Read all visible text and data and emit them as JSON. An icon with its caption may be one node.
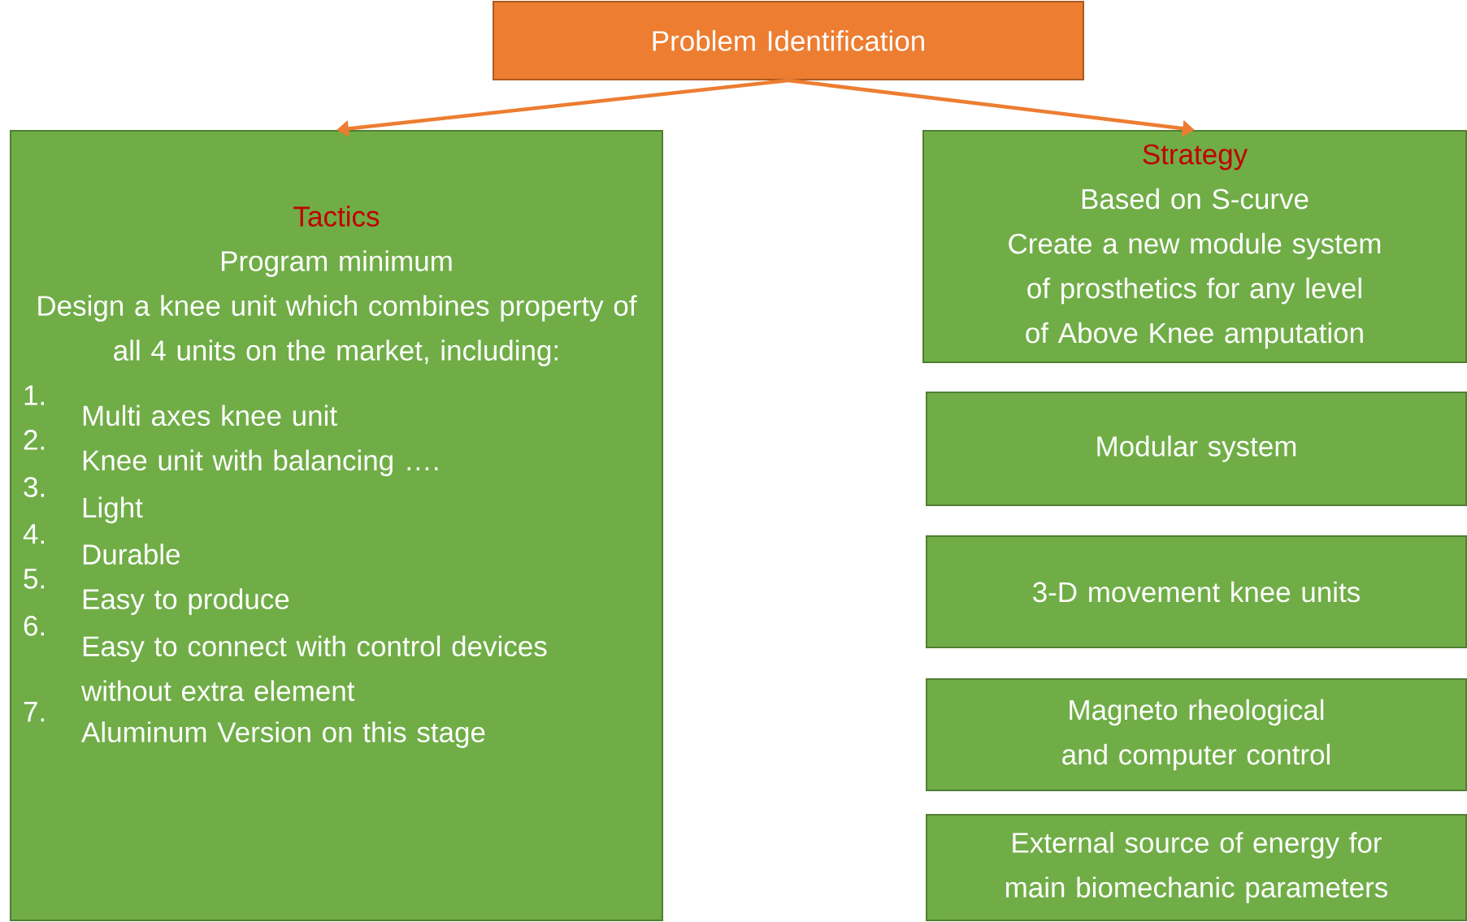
{
  "diagram": {
    "nodes": [
      {
        "text": [
          "Problem Identification"
        ]
      },
      {
        "text": [
          "Tactics",
          "Program minimum",
          "Design a knee unit which combines property of all 4 units on the market, including:",
          "1.",
          "Multi axes knee unit",
          "2.",
          "Knee unit with balancing ….",
          "3.",
          "Light",
          "4.",
          "Durable",
          "5.",
          "Easy to produce",
          "6.",
          "Easy to connect with control devices without extra element",
          "7.",
          "Aluminum Version on this stage"
        ]
      },
      {
        "text": [
          "Strategy",
          "Based on S-curve",
          "Create a new module system of prosthetics for any level of Above Knee amputation"
        ]
      },
      {
        "text": [
          "Modular system"
        ]
      },
      {
        "text": [
          "3-D movement knee units"
        ]
      },
      {
        "text": [
          "Magneto rheological and computer control"
        ]
      },
      {
        "text": [
          "External source of energy for main biomechanic parameters"
        ]
      }
    ],
    "edges": [
      {
        "from": 0,
        "to": 1,
        "arrow": "to"
      },
      {
        "from": 0,
        "to": 2,
        "arrow": "to"
      }
    ]
  }
}
